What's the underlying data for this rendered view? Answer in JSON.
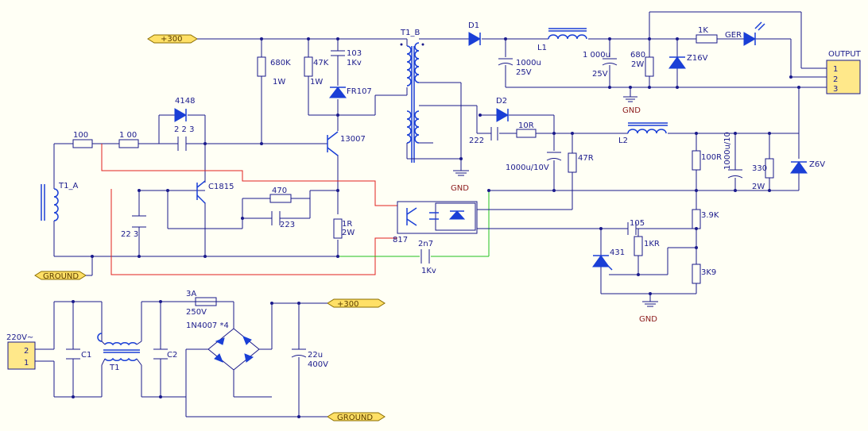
{
  "ports": {
    "p300_top": "+300",
    "gnd_left": "GROUND",
    "p300_bottom": "+300",
    "gnd_bottom": "GROUND"
  },
  "connectors": {
    "output": {
      "title": "OUTPUT",
      "pins": [
        "1",
        "2",
        "3"
      ]
    },
    "mains": {
      "title": "220V~",
      "pins": [
        "2",
        "1"
      ]
    }
  },
  "labels": {
    "t1b": "T1_B",
    "t1a": "T1_A",
    "d1": "D1",
    "d2": "D2",
    "l1": "L1",
    "l2": "L2",
    "c1000u_a": "1000u",
    "c1000u_a_v": "25V",
    "c1000u_b": "1 000u",
    "c1000u_b_v": "25V",
    "r680": "680",
    "r680_w": "2W",
    "z16": "Z16V",
    "r1k": "1K",
    "ger": "GER",
    "r680k": "680K",
    "r680k_w": "1W",
    "r47k": "47K",
    "r47k_w": "1W",
    "c103": "103",
    "c103_v": "1Kv",
    "fr107": "FR107",
    "q13007": "13007",
    "d4148": "4148",
    "r100": "100",
    "r1_00": "1 00",
    "c223_a": "2 2 3",
    "qc1815": "C1815",
    "r470": "470",
    "c223_b": "223",
    "c22_3": "22 3",
    "r1r": "1R",
    "r1r_w": "2W",
    "opto": "817",
    "c2n7": "2n7",
    "c2n7_v": "1Kv",
    "c222": "222",
    "r10r": "10R",
    "c1000u10": "1000u/10V",
    "r47r": "47R",
    "gnd1": "GND",
    "gnd2": "GND",
    "gnd3": "GND",
    "r100r": "100R",
    "c1000u10v": "1000u/10",
    "r330": "330",
    "r330_w": "2W",
    "z6": "Z6V",
    "r3k9": "3.9K",
    "c105": "105",
    "r1kr": "1KR",
    "tl431": "431",
    "r3k9b": "3K9",
    "fuse": "3A",
    "fuse_v": "250V",
    "bridge": "1N4007 *4",
    "c1": "C1",
    "c2": "C2",
    "t1": "T1",
    "c22u": "22u",
    "c22u_v": "400V"
  },
  "colors": {
    "wire": "#1a1a8c",
    "part": "#1a3fd6",
    "red_loop": "#e02020",
    "green_loop": "#20c020",
    "gnd": "#8b1a1a",
    "bg": "#fffff5"
  }
}
